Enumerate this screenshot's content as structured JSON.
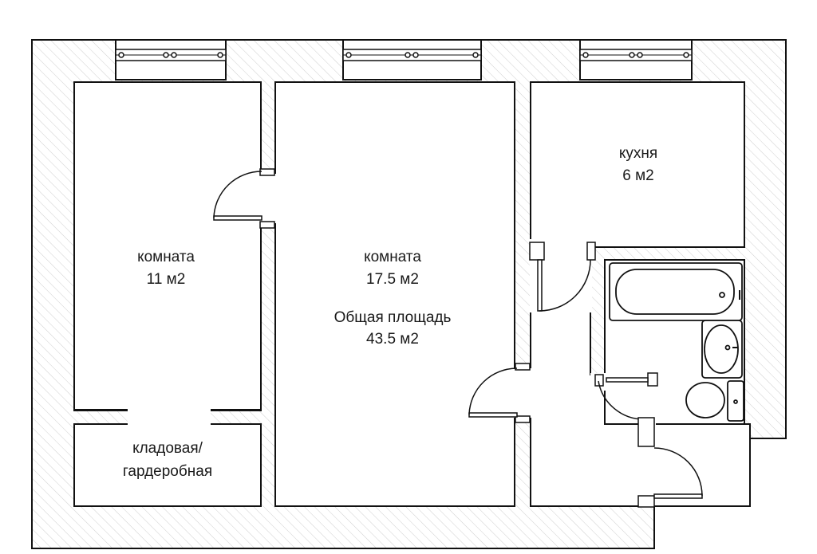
{
  "rooms": {
    "room_left": {
      "name": "комната",
      "area": "11 м2"
    },
    "room_center": {
      "name": "комната",
      "area": "17.5 м2"
    },
    "kitchen": {
      "name": "кухня",
      "area": "6 м2"
    },
    "storage": {
      "line1": "кладовая/",
      "line2": "гардеробная"
    }
  },
  "total": {
    "label": "Общая площадь",
    "area": "43.5 м2"
  },
  "icons": [
    "window-icon",
    "door-swing-icon",
    "bathtub-icon",
    "sink-icon",
    "toilet-icon"
  ]
}
